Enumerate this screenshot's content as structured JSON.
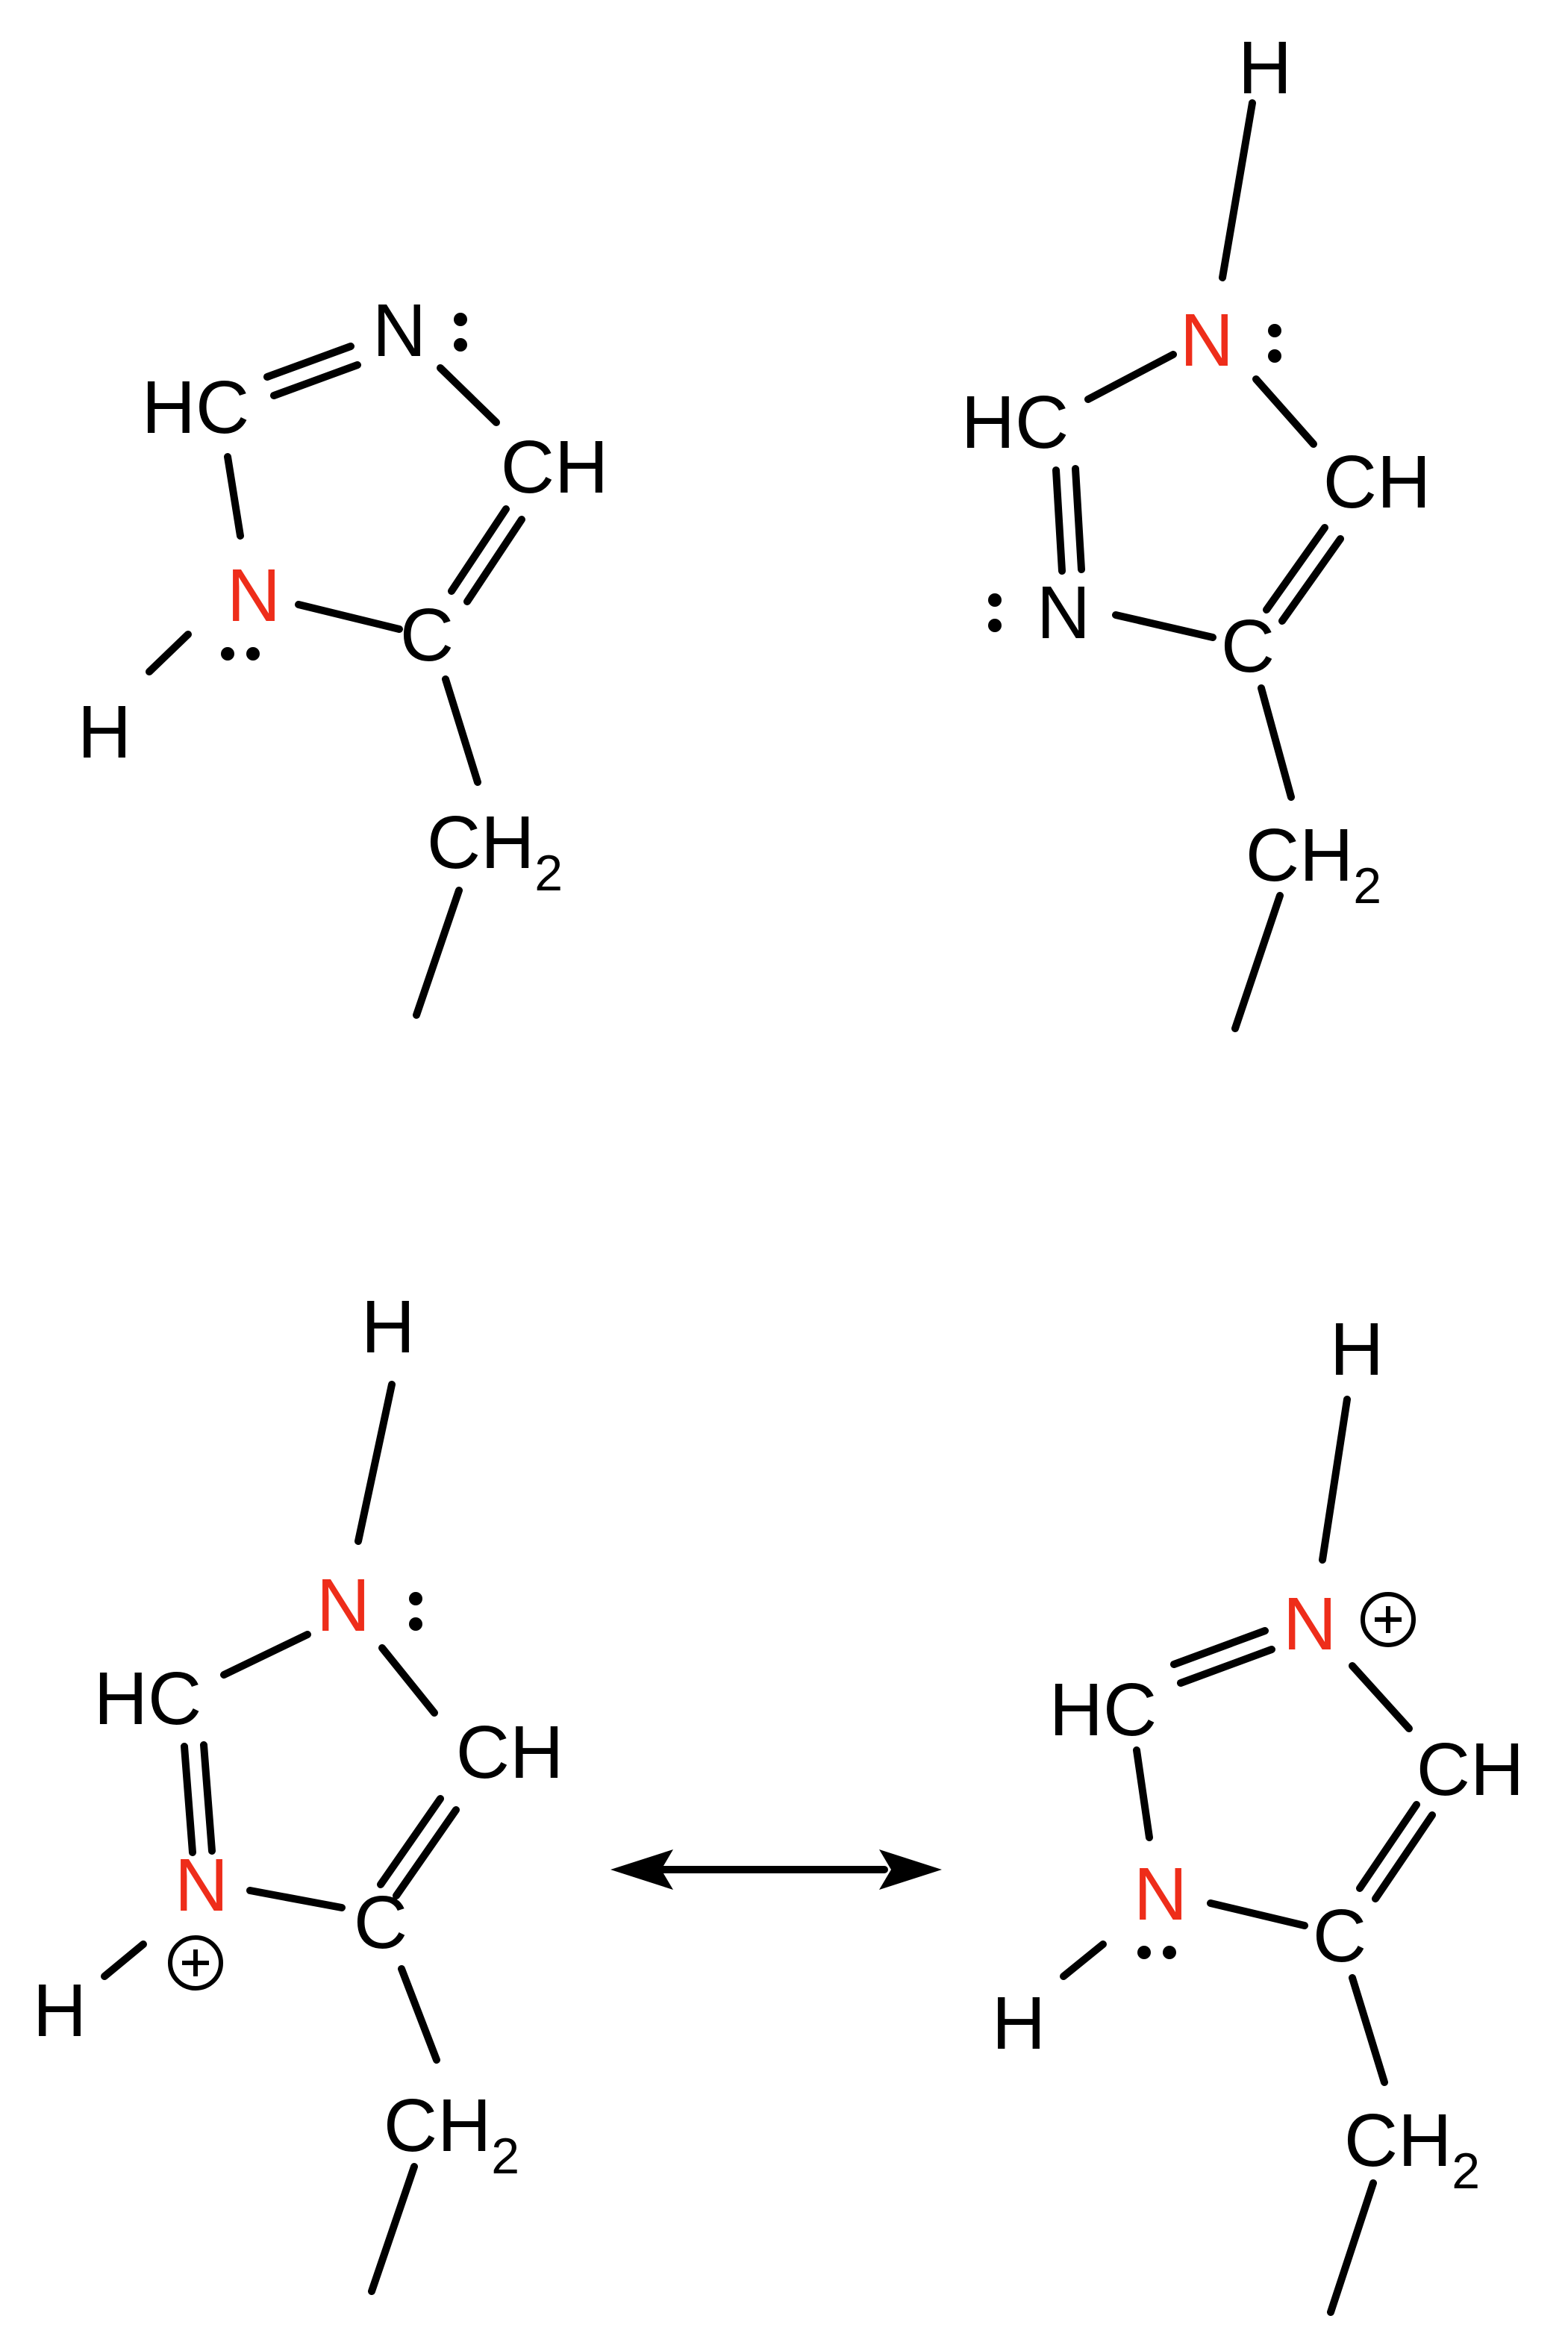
{
  "labels": {
    "hc": "HC",
    "ch": "CH",
    "n": "N",
    "c": "C",
    "h": "H",
    "ch2_main": "CH",
    "ch2_sub": "2"
  },
  "colors": {
    "highlight_nitrogen": "#ee2d1a",
    "text": "#000000",
    "bond": "#000000"
  },
  "structures": [
    {
      "name": "top-left-tautomer",
      "highlighted_atom": "ring nitrogen bearing H (lower left)"
    },
    {
      "name": "top-right-tautomer",
      "highlighted_atom": "ring nitrogen bearing H (top)"
    },
    {
      "name": "bottom-left-resonance-form",
      "highlighted_atom": "both ring nitrogens",
      "charge_on": "lower-left nitrogen"
    },
    {
      "name": "bottom-right-resonance-form",
      "highlighted_atom": "both ring nitrogens",
      "charge_on": "top nitrogen"
    }
  ],
  "resonance_arrow": "double-headed"
}
